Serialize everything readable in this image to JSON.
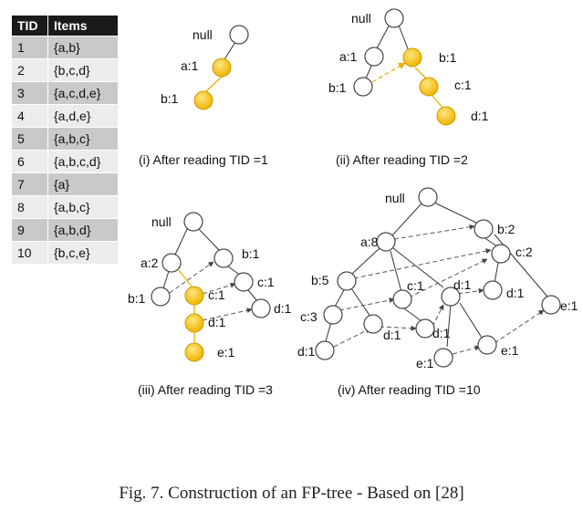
{
  "table": {
    "headers": [
      "TID",
      "Items"
    ],
    "rows": [
      [
        "1",
        "{a,b}"
      ],
      [
        "2",
        "{b,c,d}"
      ],
      [
        "3",
        "{a,c,d,e}"
      ],
      [
        "4",
        "{a,d,e}"
      ],
      [
        "5",
        "{a,b,c}"
      ],
      [
        "6",
        "{a,b,c,d}"
      ],
      [
        "7",
        "{a}"
      ],
      [
        "8",
        "{a,b,c}"
      ],
      [
        "9",
        "{a,b,d}"
      ],
      [
        "10",
        "{b,c,e}"
      ]
    ]
  },
  "panels": {
    "p1": {
      "caption": "(i) After reading TID =1",
      "root": "null",
      "labels": [
        "a:1",
        "b:1"
      ]
    },
    "p2": {
      "caption": "(ii) After reading TID =2",
      "root": "null",
      "labels": [
        "a:1",
        "b:1",
        "b:1",
        "c:1",
        "d:1"
      ]
    },
    "p3": {
      "caption": "(iii) After reading TID =3",
      "root": "null",
      "labels": [
        "a:2",
        "b:1",
        "b:1",
        "c:1",
        "c:1",
        "d:1",
        "d:1",
        "e:1"
      ]
    },
    "p4": {
      "caption": "(iv) After reading TID =10",
      "root": "null",
      "labels": [
        "a:8",
        "b:2",
        "c:2",
        "b:5",
        "c:1",
        "d:1",
        "d:1",
        "c:3",
        "d:1",
        "d:1",
        "e:1",
        "d:1",
        "e:1",
        "e:1"
      ]
    }
  },
  "colors": {
    "highlight": "#f5c518",
    "node_stroke": "#444444"
  },
  "figure_caption": "Fig. 7.   Construction of an FP-tree - Based on [28]"
}
